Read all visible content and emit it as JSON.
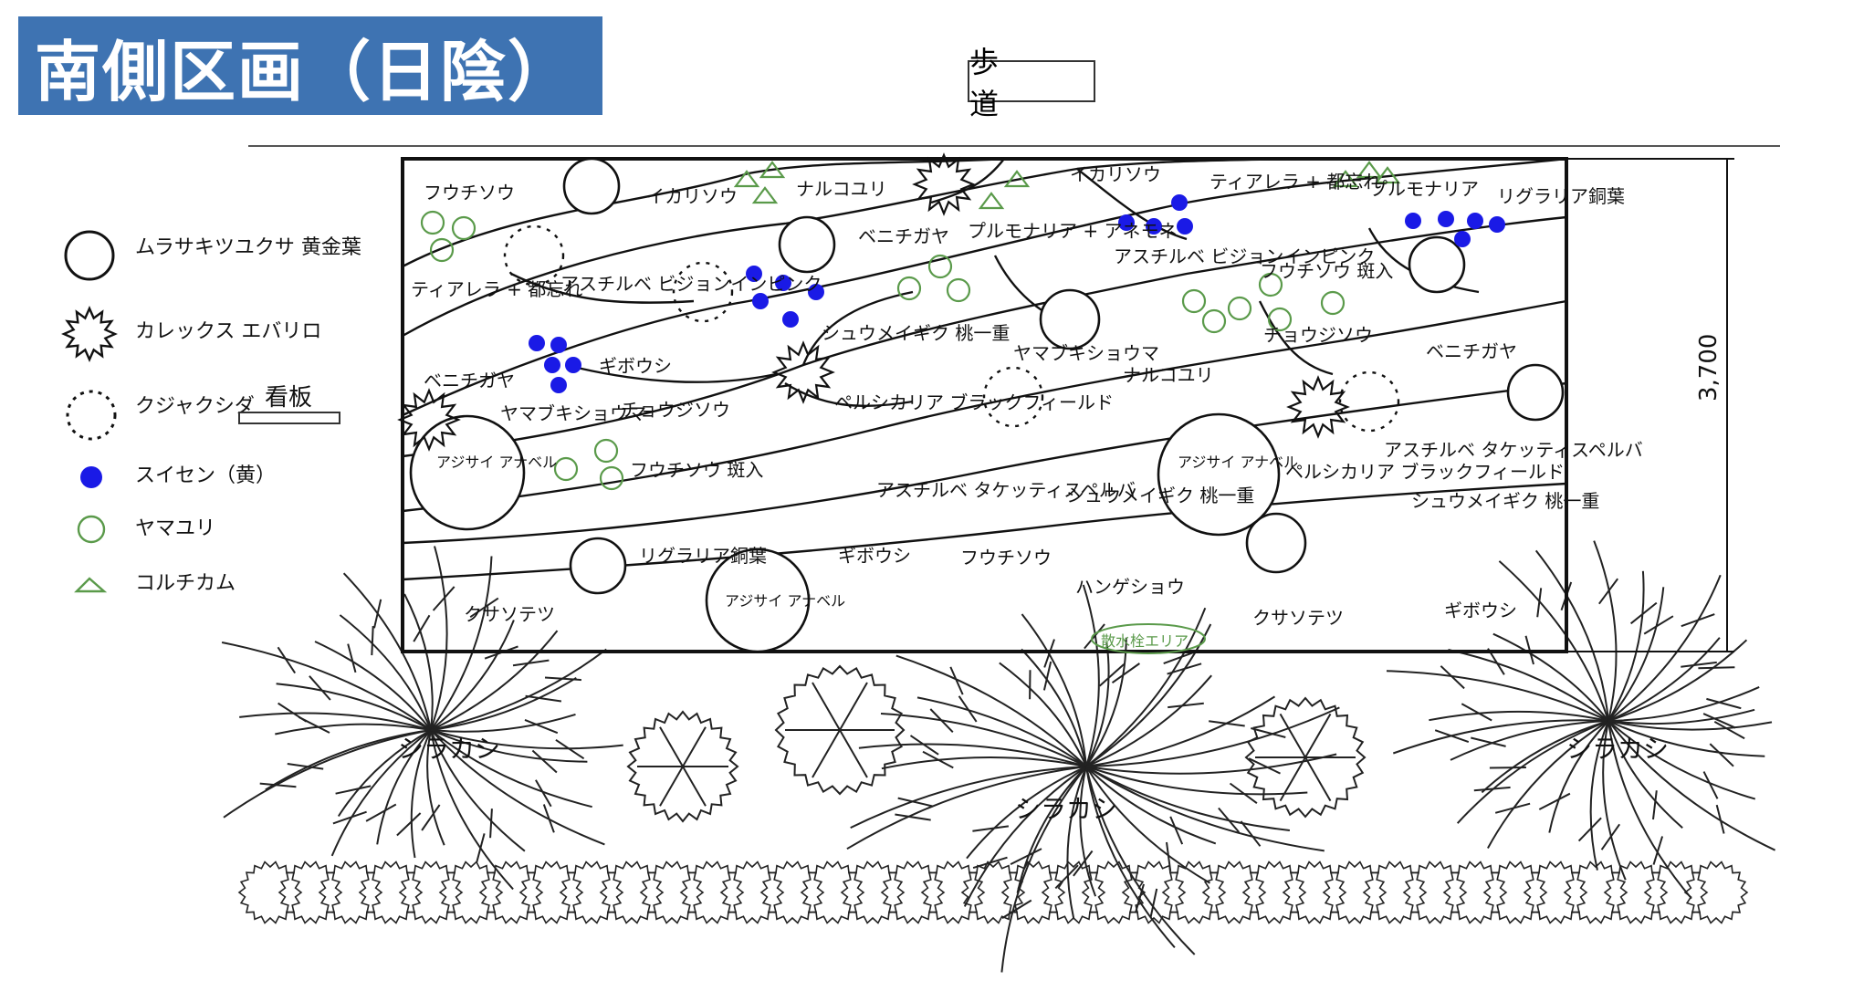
{
  "title": "南側区画（日陰）",
  "sidewalk_label": "歩　道",
  "dimension_label": "3,700",
  "sign_label": "看板",
  "legend": [
    {
      "symbol": "circle",
      "label": "ムラサキツユクサ 黄金葉"
    },
    {
      "symbol": "spiky",
      "label": "カレックス エバリロ"
    },
    {
      "symbol": "dashed-circle",
      "label": "クジャクシダ"
    },
    {
      "symbol": "blue-dot",
      "label": "スイセン（黄）"
    },
    {
      "symbol": "green-circle",
      "label": "ヤマユリ"
    },
    {
      "symbol": "green-triangle",
      "label": "コルチカム"
    }
  ],
  "plants": {
    "p01": "フウチソウ",
    "p02": "イカリソウ",
    "p03": "ナルコユリ",
    "p04": "イカリソウ",
    "p05": "ティアレラ + 都忘れ",
    "p06": "プルモナリア",
    "p07": "リグラリア銅葉",
    "p08": "ベニチガヤ",
    "p09": "プルモナリア + アネモネ",
    "p10": "アスチルベ ビジョンインピンク",
    "p11": "ティアレラ + 都忘れ",
    "p12": "アスチルベ ビジョンインピンク",
    "p13": "フウチソウ 斑入",
    "p14": "シュウメイギク 桃一重",
    "p15": "チョウジソウ",
    "p16": "ギボウシ",
    "p17": "ヤマブキショウマ",
    "p18": "ナルコユリ",
    "p19": "ベニチガヤ",
    "p20": "ベニチガヤ",
    "p21": "ヤマブキショウマ",
    "p22": "チョウジソウ",
    "p23": "ペルシカリア ブラックフィールド",
    "p24": "アジサイ アナベル",
    "p25": "フウチソウ 斑入",
    "p26": "アスチルベ タケッティスペルバ",
    "p27": "アジサイ アナベル",
    "p28": "ペルシカリア ブラックフィールド",
    "p29": "アスチルベ タケッティスペルバ",
    "p30": "シュウメイギク 桃一重",
    "p31": "シュウメイギク 桃一重",
    "p32": "リグラリア銅葉",
    "p33": "ギボウシ",
    "p34": "フウチソウ",
    "p35": "アジサイ アナベル",
    "p36": "ハンゲショウ",
    "p37": "クサソテツ",
    "p38": "クサソテツ",
    "p39": "ギボウシ",
    "p40": "散水栓エリア"
  },
  "tree_label": "シラカシ",
  "colors": {
    "title_bg": "#3e73b2",
    "blue_dot": "#1a1ae6",
    "green": "#5a9a4a",
    "ink": "#111111"
  }
}
